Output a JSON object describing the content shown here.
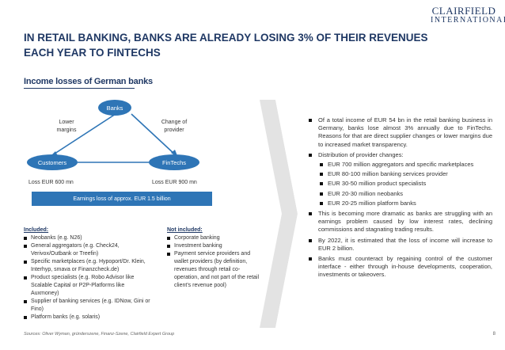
{
  "logo": {
    "line1": "CLAIRFIELD",
    "line2": "INTERNATIONAL"
  },
  "title": "IN RETAIL BANKING, BANKS ARE ALREADY LOSING 3% OF THEIR REVENUES EACH YEAR TO FINTECHS",
  "subtitle": "Income losses of German banks",
  "diagram": {
    "banks": "Banks",
    "customers": "Customers",
    "fintechs": "FinTechs",
    "lower_margins": "Lower margins",
    "change_provider": "Change of provider",
    "loss_left": "Loss EUR 600 mn",
    "loss_right": "Loss EUR 900 mn",
    "earnings": "Earnings loss of approx. EUR 1.5 billion"
  },
  "included": {
    "heading": "Included:",
    "items": [
      "Neobanks (e.g. N26)",
      "General aggregators (e.g. Check24, Verivox/Outbank or Treefin)",
      "Specific marketplaces (e.g. Hypoport/Dr. Klein, Interhyp, smava or Finanzcheck.de)",
      "Product specialists (e.g. Robo Advisor like Scalable Capital or P2P-Platforms like Auxmoney)",
      "Supplier of banking services (e.g. IDNow, Gini or Fino)",
      "Platform banks (e.g. solaris)"
    ]
  },
  "not_included": {
    "heading": "Not included:",
    "items": [
      "Corporate banking",
      "Investment banking",
      "Payment service providers and wallet providers (by definition, revenues through retail co-operation, and not part of the retail client's revenue pool)"
    ]
  },
  "bullets": {
    "b1": "Of a total income of EUR 54 bn in the retail banking business in Germany, banks lose almost 3% annually due to FinTechs. Reasons for that are direct supplier changes or lower margins due to increased market transparency.",
    "b2": "Distribution of provider changes:",
    "b2_subs": [
      "EUR 700 million aggregators and specific marketplaces",
      "EUR 80-100 million banking services provider",
      "EUR 30-50 million product specialists",
      "EUR 20-30 million neobanks",
      "EUR 20-25 million platform banks"
    ],
    "b3": "This is becoming more dramatic as banks are struggling with an earnings problem caused by low interest rates, declining commissions and stagnating trading results.",
    "b4": "By 2022, it is estimated that the loss of income will increase to EUR 2 billion.",
    "b5": "Banks must counteract by regaining control of the customer interface - either through in-house developments, cooperation, investments or takeovers."
  },
  "footer": "Sources: Oliver Wyman, gründerszene, Finanz-Szene, Clairfield Expert Group",
  "page": "8"
}
